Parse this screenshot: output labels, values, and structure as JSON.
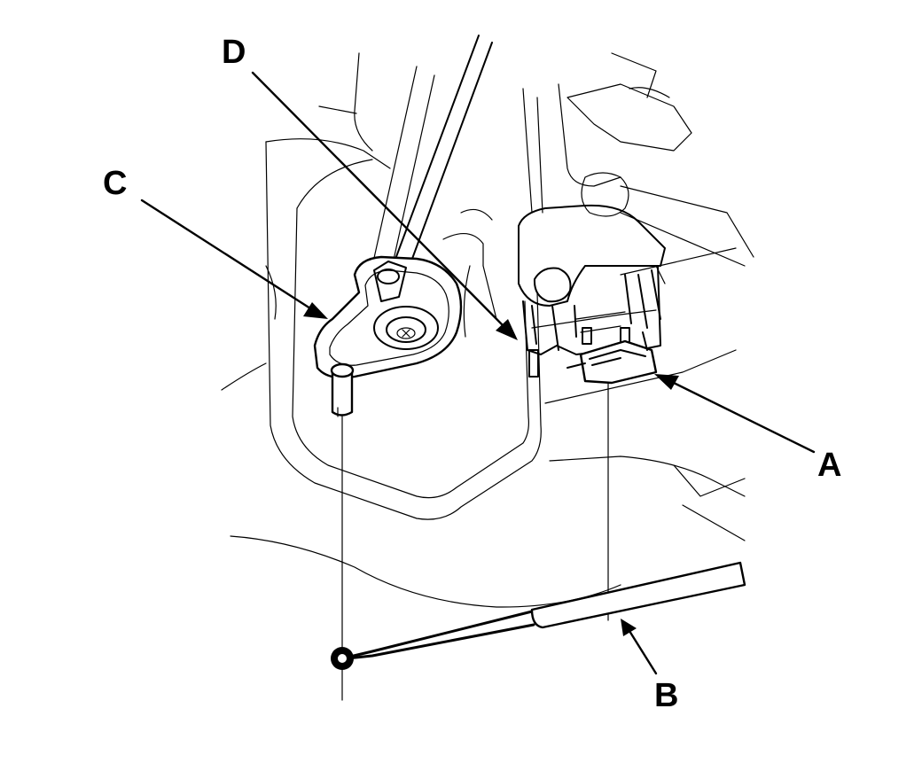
{
  "diagram": {
    "callouts": {
      "a": "A",
      "b": "B",
      "c": "C",
      "d": "D"
    }
  }
}
